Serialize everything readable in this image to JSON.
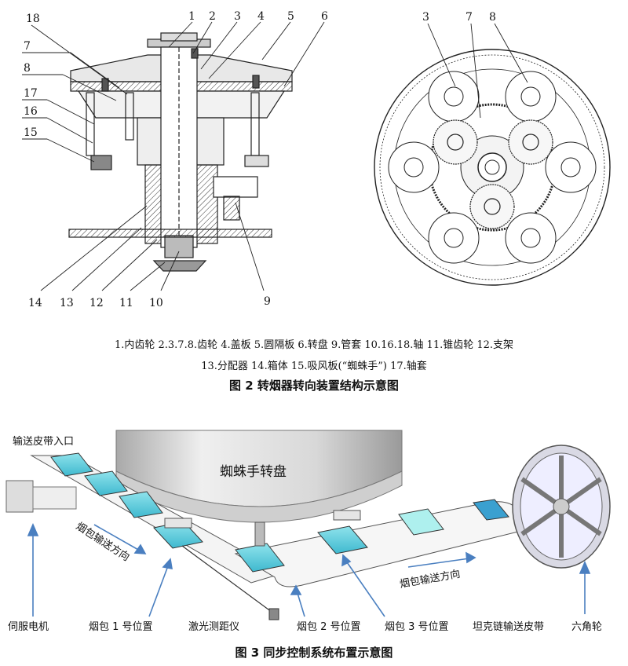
{
  "figure2": {
    "legend_line1": "1.内齿轮 2.3.7.8.齿轮 4.盖板 5.圆隔板 6.转盘 9.管套 10.16.18.轴 11.锥齿轮 12.支架",
    "legend_line2": "13.分配器 14.箱体 15.吸风板(“蜘蛛手”) 17.轴套",
    "caption": "图 2  转烟器转向装置结构示意图",
    "callouts_top": [
      "18",
      "1",
      "2",
      "3",
      "4",
      "5",
      "6"
    ],
    "callouts_left": [
      "7",
      "8",
      "17",
      "16",
      "15"
    ],
    "callouts_bottom": [
      "14",
      "13",
      "12",
      "11",
      "10",
      "9"
    ],
    "callouts_right": [
      "3",
      "7",
      "8"
    ]
  },
  "figure3": {
    "caption": "图 3  同步控制系统布置示意图",
    "turntable_label": "蜘蛛手转盘",
    "inlet_label": "输送皮带入口",
    "direction1": "烟包输送方向",
    "direction2": "烟包输送方向",
    "servo": "伺服电机",
    "pack_pos1": "烟包  1 号位置",
    "laser": "激光测距仪",
    "pos2": "烟包 2 号位置",
    "pos3": "烟包 3 号位置",
    "tank_belt": "坦克链输送皮带",
    "hex_wheel": "六角轮"
  }
}
